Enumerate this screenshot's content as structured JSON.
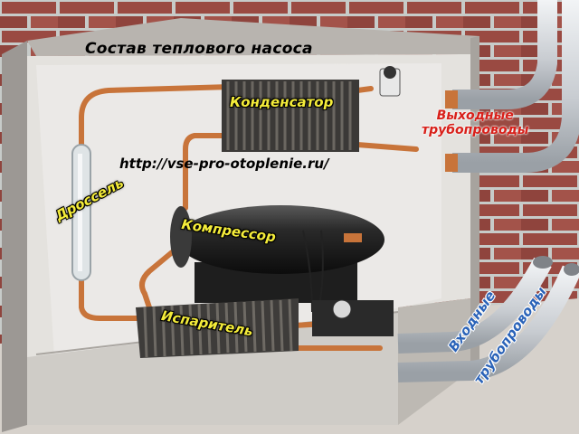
{
  "title": "Состав теплового насоса",
  "url": "http://vse-pro-otoplenie.ru/",
  "components": {
    "condenser": "Конденсатор",
    "compressor": "Компрессор",
    "evaporator": "Испаритель",
    "throttle": "Дроссель"
  },
  "pipes": {
    "outlet_line1": "Выходные",
    "outlet_line2": "трубопроводы",
    "inlet_line1": "Входные",
    "inlet_line2": "трубопроводы"
  },
  "colors": {
    "label_yellow": "#f4ec3a",
    "label_red": "#d8201a",
    "label_blue": "#2b63b8",
    "copper": "#c8743a"
  }
}
